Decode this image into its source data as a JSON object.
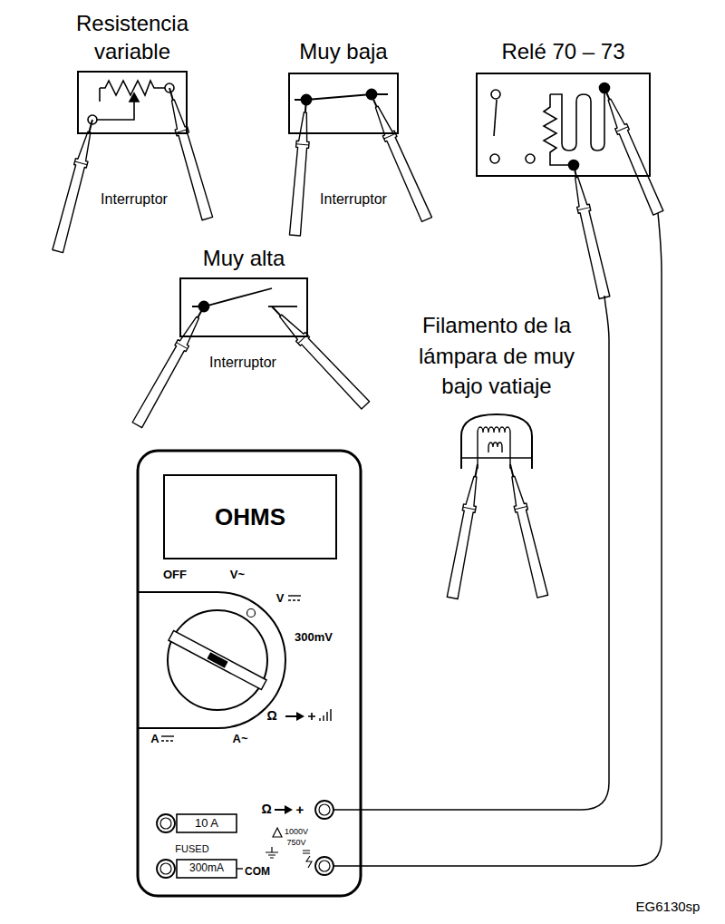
{
  "diagram": {
    "nodes": [
      {
        "text": [
          "Resistencia variable"
        ]
      },
      {
        "text": [
          "Muy baja"
        ]
      },
      {
        "text": [
          "Relé 70 – 73"
        ]
      },
      {
        "text": [
          "Muy alta"
        ]
      },
      {
        "text": [
          "Filamento de la lámpara de muy bajo vatiaje"
        ]
      },
      {
        "text": [
          "OHMS"
        ]
      }
    ],
    "labels": [
      "Interruptor",
      "Interruptor",
      "Interruptor",
      "OFF",
      "V~",
      "V",
      "300mV",
      "Ω",
      "A",
      "A~",
      "10 A",
      "FUSED",
      "300mA",
      "COM",
      "Ω",
      "+",
      "1000V",
      "750V",
      "EG6130sp"
    ]
  }
}
